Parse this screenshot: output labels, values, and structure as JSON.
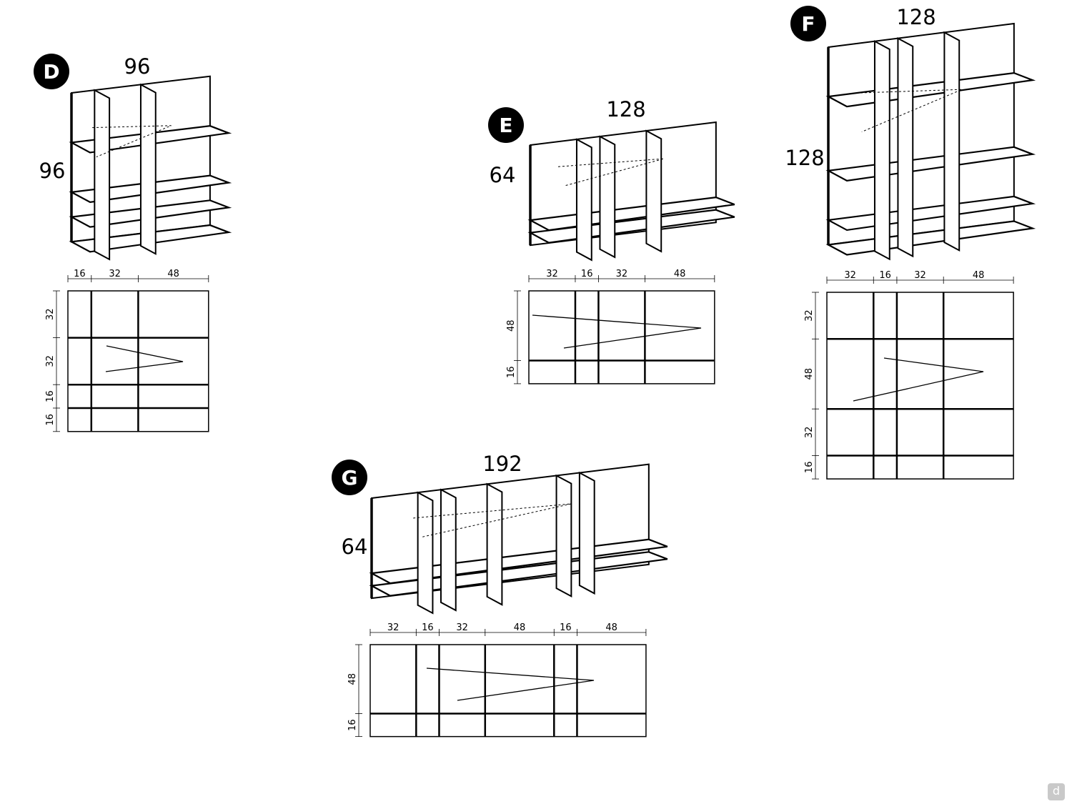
{
  "modules": [
    {
      "letter": "D",
      "width_label": "96",
      "height_label": "96",
      "columns": [
        16,
        32,
        48
      ],
      "rows": [
        32,
        32,
        16,
        16
      ],
      "column_labels": [
        "16",
        "32",
        "48"
      ],
      "row_labels": [
        "32",
        "32",
        "16",
        "16"
      ]
    },
    {
      "letter": "E",
      "width_label": "128",
      "height_label": "64",
      "columns": [
        32,
        16,
        32,
        48
      ],
      "rows": [
        48,
        16
      ],
      "column_labels": [
        "32",
        "16",
        "32",
        "48"
      ],
      "row_labels": [
        "48",
        "16"
      ]
    },
    {
      "letter": "F",
      "width_label": "128",
      "height_label": "128",
      "columns": [
        32,
        16,
        32,
        48
      ],
      "rows": [
        32,
        48,
        32,
        16
      ],
      "column_labels": [
        "32",
        "16",
        "32",
        "48"
      ],
      "row_labels": [
        "32",
        "48",
        "32",
        "16"
      ]
    },
    {
      "letter": "G",
      "width_label": "192",
      "height_label": "64",
      "columns": [
        32,
        16,
        32,
        48,
        16,
        48
      ],
      "rows": [
        48,
        16
      ],
      "column_labels": [
        "32",
        "16",
        "32",
        "48",
        "16",
        "48"
      ],
      "row_labels": [
        "48",
        "16"
      ]
    }
  ],
  "logo": {
    "text": "d"
  }
}
